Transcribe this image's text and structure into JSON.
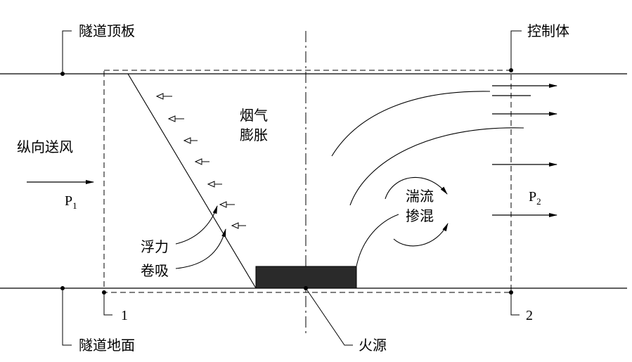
{
  "labels": {
    "tunnel_roof": "隧道顶板",
    "control_volume": "控制体",
    "longitudinal_wind": "纵向送风",
    "smoke_line1": "烟气",
    "smoke_line2": "膨胀",
    "turbulence_line1": "湍流",
    "turbulence_line2": "掺混",
    "buoyancy": "浮力",
    "entrainment": "卷吸",
    "section_1": "1",
    "section_2": "2",
    "tunnel_floor": "隧道地面",
    "fire_source": "火源"
  },
  "pressure": {
    "p1_symbol": "P",
    "p1_subscript": "1",
    "p2_symbol": "P",
    "p2_subscript": "2"
  },
  "colors": {
    "line": "#000000",
    "fire_fill": "#2a2a2a"
  }
}
